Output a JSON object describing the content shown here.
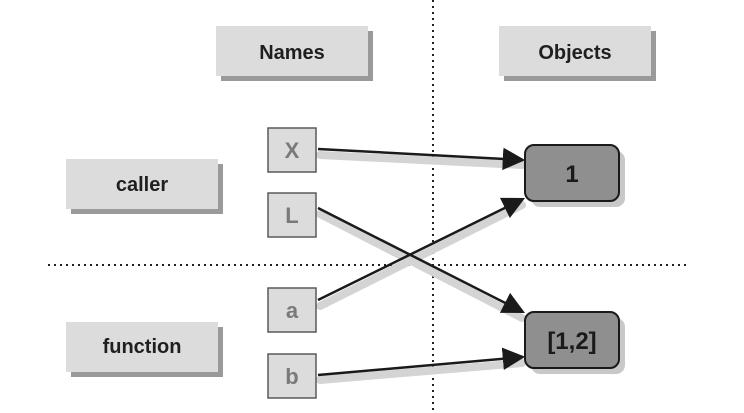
{
  "headers": {
    "names": "Names",
    "objects": "Objects"
  },
  "sections": {
    "caller": "caller",
    "function": "function"
  },
  "names": {
    "X": "X",
    "L": "L",
    "a": "a",
    "b": "b"
  },
  "objects": {
    "one": "1",
    "list": "[1,2]"
  },
  "colors": {
    "label_box": "#dcdcdc",
    "label_shadow": "#9a9a9a",
    "object_box": "#8f8f8f",
    "arrow": "#1a1a1a",
    "arrow_shadow": "#d4d4d4",
    "text": "#1f1f1f",
    "name_text": "#7a7a7a"
  }
}
